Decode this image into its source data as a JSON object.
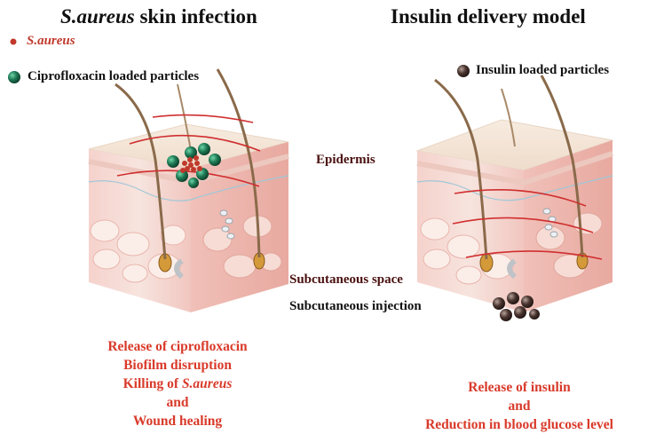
{
  "left_panel": {
    "title_italic": "S.aureus",
    "title_rest": " skin infection",
    "legend": {
      "bacteria_label": "S.aureus",
      "particles_label": "Ciprofloxacin loaded particles"
    },
    "outcomes": {
      "line1": "Release of ciprofloxacin",
      "line2": "Biofilm disruption",
      "line3_prefix": "Killing of ",
      "line3_italic": "S.aureus",
      "line4": "and",
      "line5": "Wound healing"
    }
  },
  "right_panel": {
    "title": "Insulin delivery model",
    "legend": {
      "particles_label": "Insulin loaded particles"
    },
    "outcomes": {
      "line1": "Release of insulin",
      "line2": "and",
      "line3": "Reduction in blood glucose level"
    }
  },
  "center_labels": {
    "epidermis": "Epidermis",
    "subcutaneous_space": "Subcutaneous space",
    "subcutaneous_injection": "Subcutaneous injection"
  },
  "colors": {
    "bacteria": "#c0392b",
    "cipro_particle": "#1e7a55",
    "insulin_particle": "#3a2a26",
    "outcome_text": "#d93a2a",
    "skin_surface": "#f3e3d2",
    "skin_side": "#f2c9c0",
    "tissue_red": "#d94a4a"
  }
}
